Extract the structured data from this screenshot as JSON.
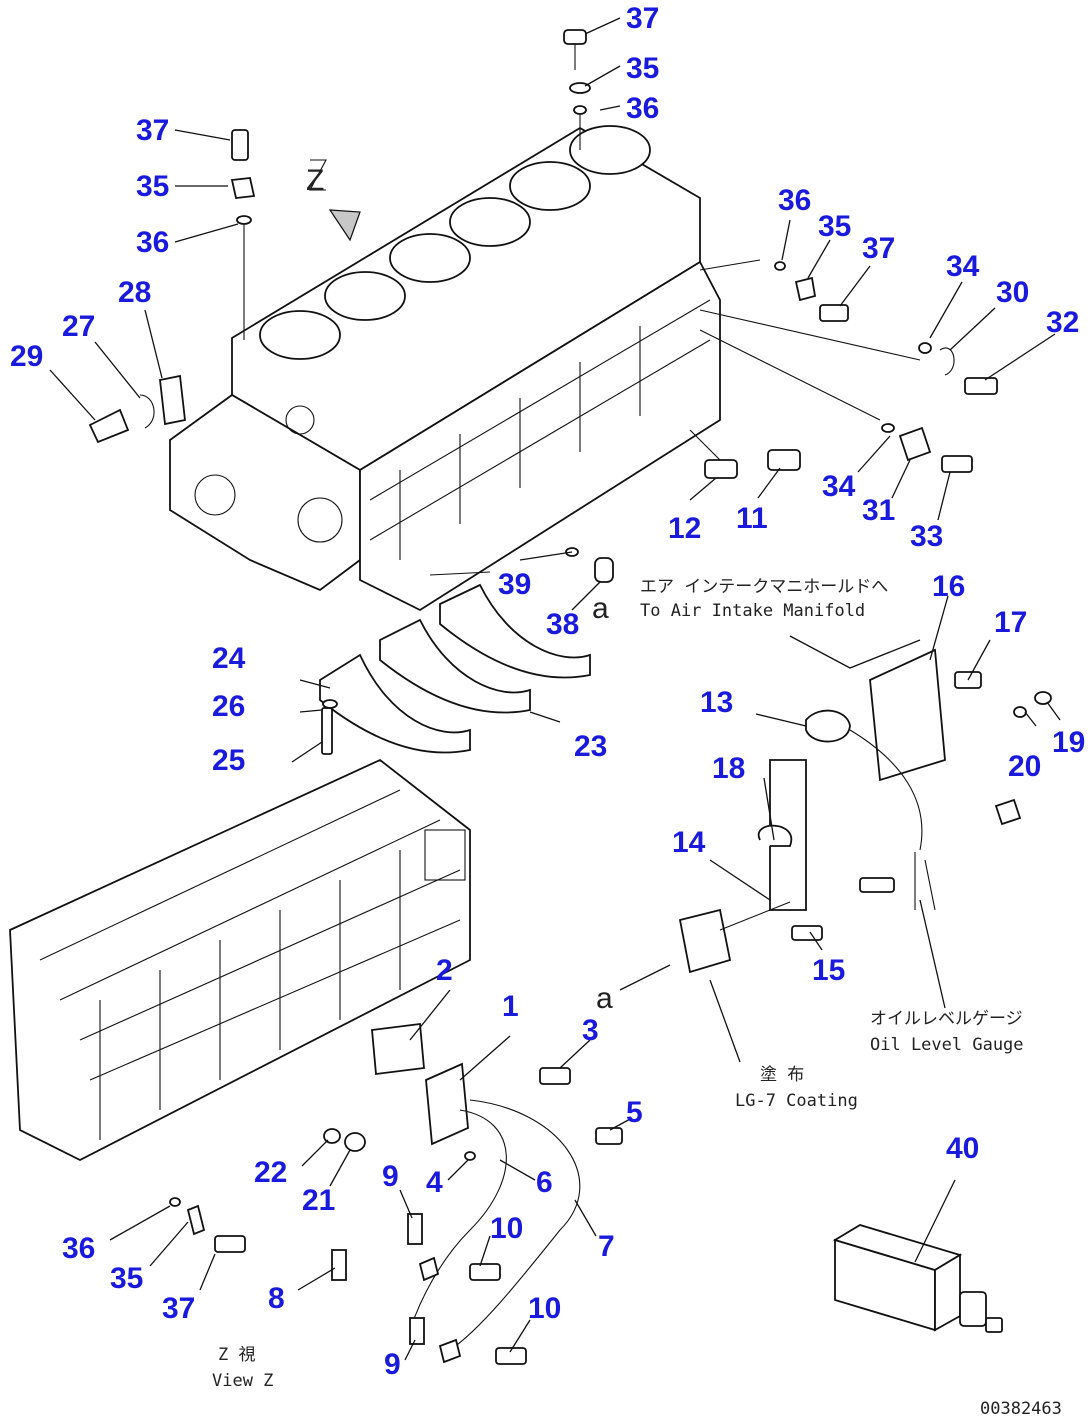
{
  "drawing_number": "00382463",
  "callouts": [
    "37",
    "35",
    "36",
    "37",
    "35",
    "36",
    "Z",
    "28",
    "27",
    "29",
    "36",
    "35",
    "37",
    "34",
    "30",
    "32",
    "34",
    "31",
    "33",
    "12",
    "11",
    "39",
    "38",
    "a",
    "16",
    "17",
    "24",
    "26",
    "25",
    "23",
    "13",
    "18",
    "20",
    "19",
    "14",
    "15",
    "2",
    "1",
    "3",
    "a",
    "5",
    "22",
    "21",
    "4",
    "6",
    "9",
    "10",
    "7",
    "36",
    "35",
    "37",
    "8",
    "10",
    "9",
    "40"
  ],
  "notes": {
    "air_manifold_jp": "エア インテークマニホールドへ",
    "air_manifold_en": "To Air Intake Manifold",
    "oil_gauge_jp": "オイルレベルゲージ",
    "oil_gauge_en": "Oil Level Gauge",
    "coating_jp": "塗 布",
    "coating_en": "LG-7 Coating",
    "view_jp": "Z 視",
    "view_en": "View Z"
  }
}
